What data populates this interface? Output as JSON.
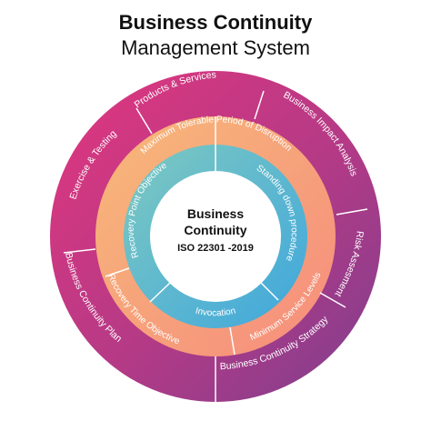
{
  "header": {
    "title": "Business Continuity",
    "subtitle": "Management System"
  },
  "center": {
    "line1": "Business",
    "line2": "Continuity",
    "line3": "ISO 22301 -2019"
  },
  "outer_ring": {
    "labels": [
      "Products & Services",
      "Business Impact Analysis",
      "Risk Assesment",
      "Business Continuity Strategy",
      "Business Continuity Plan",
      "Exercise & Testing"
    ]
  },
  "middle_ring": {
    "labels": [
      "Maximum Tolerable Period of Disruption",
      "Minimum Service Levels",
      "Recovery Time Objective"
    ]
  },
  "inner_ring": {
    "labels": [
      "Recovery Point Objective",
      "Standing down procedure",
      "Invocation"
    ]
  },
  "colors": {
    "outer_start": "#e2367e",
    "outer_mid": "#b43a86",
    "outer_end": "#7d3f8f",
    "middle_start": "#f7b97a",
    "middle_end": "#f68c7c",
    "inner_start": "#7ec9c0",
    "inner_end": "#3fa7dd",
    "divider": "#ffffff"
  }
}
